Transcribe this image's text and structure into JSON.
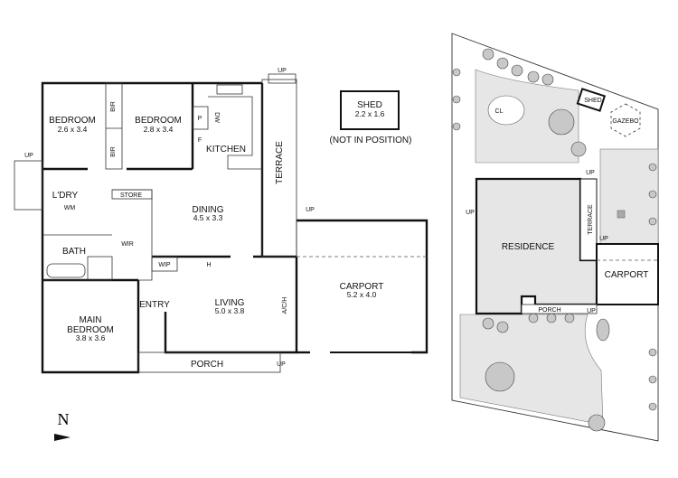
{
  "floor_plan": {
    "rooms": [
      {
        "id": "bedroom-1",
        "name": "BEDROOM",
        "dims": "2.6 x 3.4"
      },
      {
        "id": "bedroom-2",
        "name": "BEDROOM",
        "dims": "2.8 x 3.4"
      },
      {
        "id": "kitchen",
        "name": "KITCHEN",
        "dims": ""
      },
      {
        "id": "dining",
        "name": "DINING",
        "dims": "4.5 x 3.3"
      },
      {
        "id": "living",
        "name": "LIVING",
        "dims": "5.0 x 3.8"
      },
      {
        "id": "main-bedroom",
        "name": "MAIN BEDROOM",
        "dims": "3.8 x 3.6"
      },
      {
        "id": "carport",
        "name": "CARPORT",
        "dims": "5.2 x 4.0"
      }
    ],
    "labels": {
      "bir": "BIR",
      "pantry": "P",
      "dw": "DW",
      "fridge": "F",
      "terrace": "TERRACE",
      "laundry": "L'DRY",
      "wm": "WM",
      "store": "STORE",
      "bath": "BATH",
      "wir": "WIR",
      "wip": "WIP",
      "heater": "H",
      "entry": "ENTRY",
      "ach": "A/C/H",
      "porch": "PORCH",
      "up": "UP",
      "main": "MAIN",
      "bedroom": "BEDROOM"
    },
    "shed": {
      "name": "SHED",
      "dims": "2.2 x 1.6",
      "note": "(NOT IN POSITION)"
    },
    "north": "N"
  },
  "site_plan": {
    "residence": "RESIDENCE",
    "terrace": "TERRACE",
    "carport": "CARPORT",
    "porch": "PORCH",
    "shed": "SHED",
    "gazebo": "GAZEBO",
    "clothesline": "CL",
    "up": "UP"
  }
}
